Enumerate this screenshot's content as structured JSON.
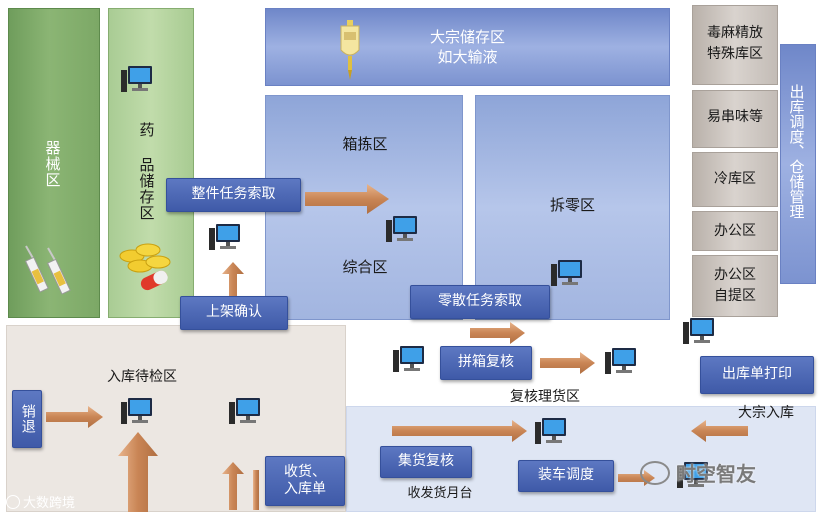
{
  "zones": {
    "equipment": "器械区",
    "drug_storage": "药 品储存区",
    "bulk_storage_line1": "大宗储存区",
    "bulk_storage_line2": "如大输液",
    "case_picking": "箱拣区",
    "general": "综合区",
    "split_zone": "拆零区",
    "narcotics_line1": "毒麻精放",
    "narcotics_line2": "特殊库区",
    "odor": "易串味等",
    "cold": "冷库区",
    "office": "办公区",
    "office_pickup_line1": "办公区",
    "office_pickup_line2": "自提区",
    "dispatch": "出库调度、仓储管理",
    "inbound_inspection": "入库待检区",
    "review_sorting": "复核理货区",
    "platform": "收发货月台"
  },
  "actions": {
    "whole_task": "整件任务索取",
    "shelving": "上架确认",
    "loose_task": "零散任务索取",
    "box_review": "拼箱复核",
    "outbound_print": "出库单打印",
    "bulk_inbound": "大宗入库",
    "return": "销退",
    "inbound": "入库",
    "receiving_line1": "收货、",
    "receiving_line2": "入库单",
    "gather_review": "集货复核",
    "loading_dispatch": "装车调度"
  },
  "watermarks": {
    "left": "大数跨境",
    "right": "时空智友"
  },
  "colors": {
    "button": "#3f5aa8",
    "arrow": "#d9a37a",
    "green": "#7ca866",
    "blue": "#a2b5e0"
  }
}
